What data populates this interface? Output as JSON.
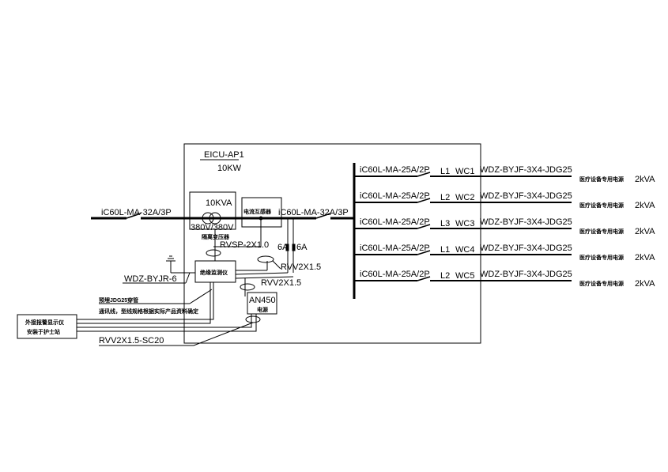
{
  "panel": {
    "name": "EICU-AP1",
    "power": "10KW"
  },
  "incoming": {
    "breaker": "iC60L-MA-32A/3P"
  },
  "outgoing_main": {
    "breaker": "iC60L-MA-32A/3P"
  },
  "transformer": {
    "rating": "10KVA",
    "voltage": "380V/380V",
    "label": "隔离变压器"
  },
  "ct": {
    "label": "电流互感器"
  },
  "monitor": {
    "label": "绝缘监测仪"
  },
  "an450": {
    "model": "AN450",
    "label": "电源"
  },
  "cables": {
    "rvsp": "RVSP-2X1.0",
    "rvv1": "RVV2X1.5",
    "rvv2": "RVV2X1.5",
    "fuse1": "6A",
    "fuse2": "6A",
    "earth": "WDZ-BYJR-6",
    "sc20": "RVV2X1.5-SC20",
    "jdg": "预埋JDG25穿管",
    "comm": "通讯线，型线规格根据实际产品资料确定"
  },
  "remote": {
    "line1": "外接报警显示仪",
    "line2": "安装于护士站"
  },
  "branches": [
    {
      "breaker": "iC60L-MA-25A/2P",
      "phase": "L1",
      "circuit": "WC1",
      "cable": "WDZ-BYJF-3X4-JDG25",
      "load": "医疗设备专用电源",
      "power": "2kVA"
    },
    {
      "breaker": "iC60L-MA-25A/2P",
      "phase": "L2",
      "circuit": "WC2",
      "cable": "WDZ-BYJF-3X4-JDG25",
      "load": "医疗设备专用电源",
      "power": "2kVA"
    },
    {
      "breaker": "iC60L-MA-25A/2P",
      "phase": "L3",
      "circuit": "WC3",
      "cable": "WDZ-BYJF-3X4-JDG25",
      "load": "医疗设备专用电源",
      "power": "2kVA"
    },
    {
      "breaker": "iC60L-MA-25A/2P",
      "phase": "L1",
      "circuit": "WC4",
      "cable": "WDZ-BYJF-3X4-JDG25",
      "load": "医疗设备专用电源",
      "power": "2kVA"
    },
    {
      "breaker": "iC60L-MA-25A/2P",
      "phase": "L2",
      "circuit": "WC5",
      "cable": "WDZ-BYJF-3X4-JDG25",
      "load": "医疗设备专用电源",
      "power": "2kVA"
    }
  ]
}
